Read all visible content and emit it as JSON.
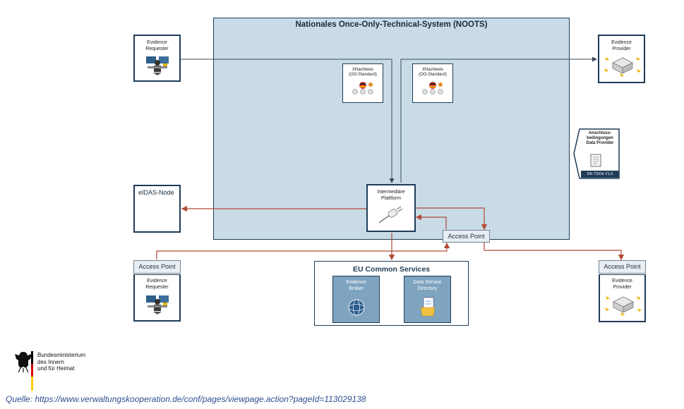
{
  "diagram": {
    "noots_title": "Nationales Once-Only-Technical-System (NOOTS)",
    "top_left_requester": {
      "line1": "Evidence",
      "line2": "Requester"
    },
    "top_right_provider": {
      "line1": "Evidence",
      "line2": "Provider"
    },
    "xnachweis_left": {
      "line1": "XNachweis",
      "line2": "(OO-Standard)"
    },
    "xnachweis_right": {
      "line1": "XNachweis",
      "line2": "(OO-Standard)"
    },
    "anschluss": {
      "line1": "Anschluss-",
      "line2": "bedingungen",
      "line3": "Data Provider",
      "footer": "DE-TDOs V1.0"
    },
    "eidas": "eIDAS-Node",
    "platform": {
      "line1": "Intermediäre",
      "line2": "Plattform"
    },
    "access_point_center": "Access Point",
    "access_point_left": "Access Point",
    "access_point_right": "Access Point",
    "bottom_left_requester": {
      "line1": "Evidence",
      "line2": "Requester"
    },
    "bottom_right_provider": {
      "line1": "Evidence",
      "line2": "Provider"
    },
    "eu_services": {
      "title": "EU Common Services",
      "broker": {
        "line1": "Evidence",
        "line2": "Broker"
      },
      "directory": {
        "line1": "Data Service",
        "line2": "Directory"
      }
    },
    "colors": {
      "arrow_red": "#b14a35",
      "arrow_dark": "#3a4a5a",
      "noots_fill": "#c8dbe7",
      "border": "#1f3c58"
    }
  },
  "footer": {
    "ministry_line1": "Bundesministerium",
    "ministry_line2": "des Innern",
    "ministry_line3": "und für Heimat",
    "source": "Quelle: https://www.verwaltungskooperation.de/conf/pages/viewpage.action?pageId=113029138"
  }
}
